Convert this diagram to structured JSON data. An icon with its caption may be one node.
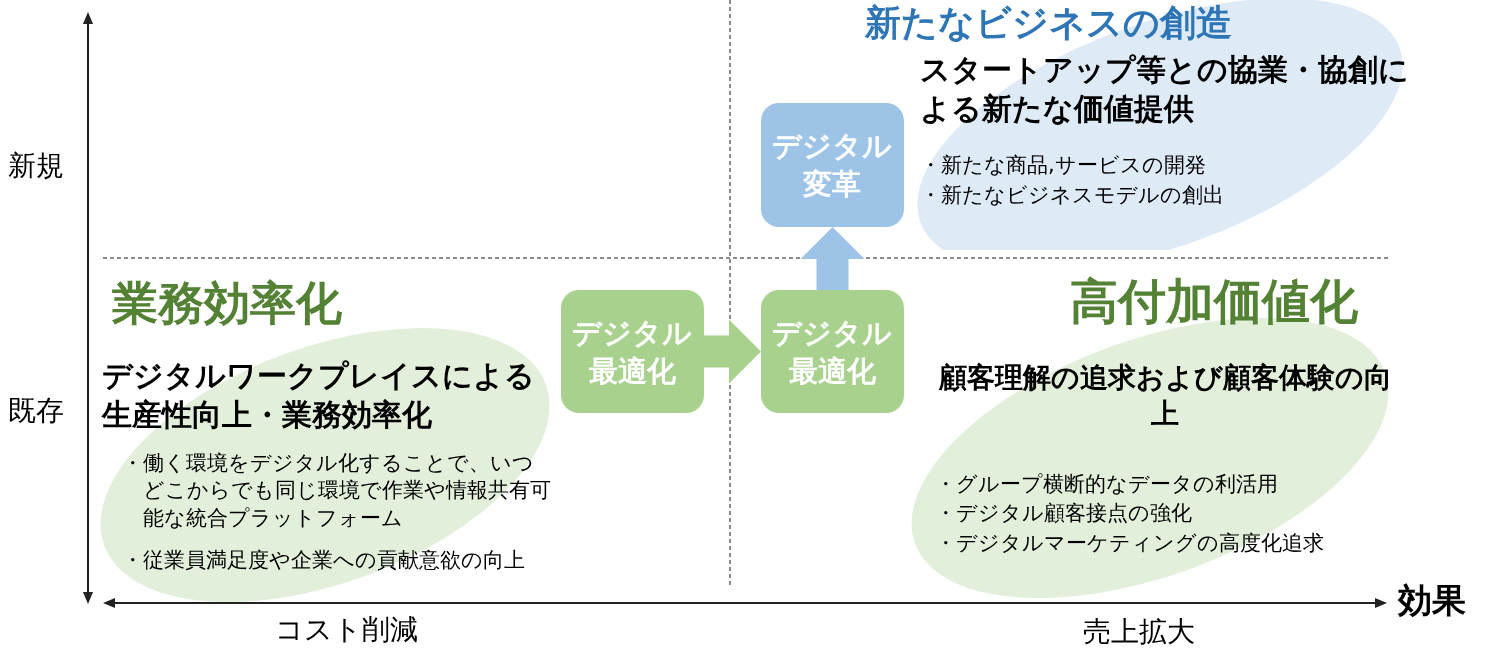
{
  "diagram": {
    "nodes": [
      {
        "text": [
          "デジタル最適化"
        ]
      },
      {
        "text": [
          "デジタル最適化"
        ]
      },
      {
        "text": [
          "デジタル変革"
        ]
      },
      {
        "text": [
          "業務効率化",
          "デジタルワークプレイスによる生産性向上・業務効率化",
          "・働く環境をデジタル化することで、いつどこからでも同じ環境で作業や情報共有可能な統合プラットフォーム",
          "・従業員満足度や企業への貢献意欲の向上"
        ]
      },
      {
        "text": [
          "高付加価値化",
          "顧客理解の追求および顧客体験の向上",
          "・グループ横断的なデータの利活用",
          "・デジタル顧客接点の強化",
          "・デジタルマーケティングの高度化追求"
        ]
      },
      {
        "text": [
          "新たなビジネスの創造",
          "スタートアップ等との協業・協創による新たな価値提供",
          "・新たな商品,サービスの開発",
          "・新たなビジネスモデルの創出"
        ]
      }
    ],
    "edges": [
      {
        "from": 0,
        "to": 1,
        "arrow": "to"
      },
      {
        "from": 1,
        "to": 2,
        "arrow": "to",
        "color": "#9dc3e6"
      }
    ],
    "labels": [
      "新規",
      "既存",
      "コスト削減",
      "売上拡大",
      "効果"
    ]
  }
}
